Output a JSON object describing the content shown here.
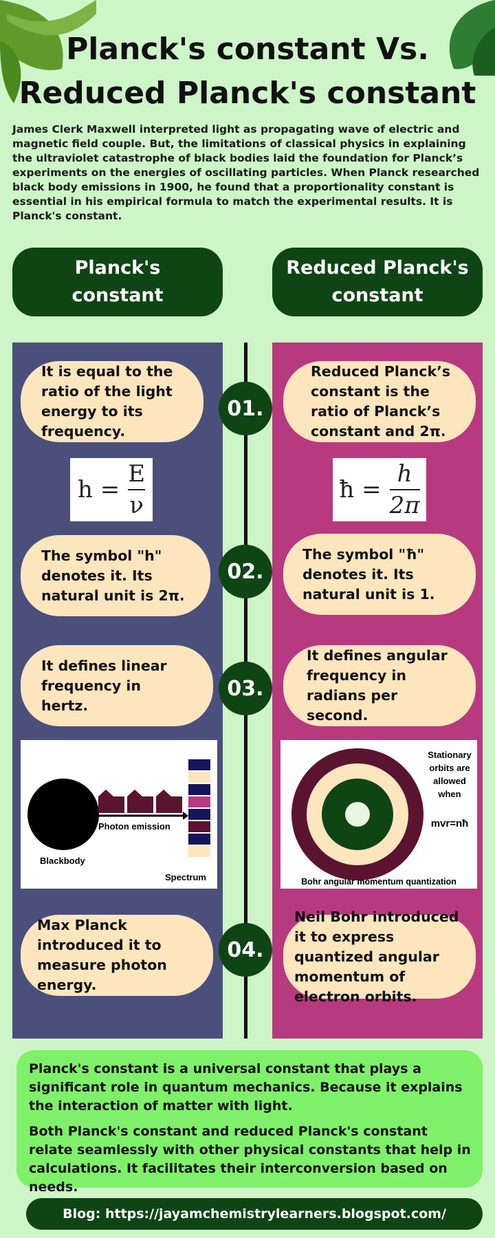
{
  "title_line1": "Planck's constant Vs.",
  "title_line2": "Reduced Planck's constant",
  "intro": "James Clerk Maxwell interpreted light as propagating wave of electric and magnetic field couple. But, the limitations of classical physics in explaining the ultraviolet catastrophe of black bodies laid the foundation for Planck’s experiments on the energies of oscillating particles. When Planck researched black body emissions in 1900, he found that a proportionality constant is essential in his empirical formula to match the experimental results. It is Planck's constant.",
  "left_header": "Planck's constant",
  "right_header": "Reduced Planck's constant",
  "numbers": [
    "01.",
    "02.",
    "03.",
    "04."
  ],
  "left_points": [
    "It is equal to the ratio of the light energy to its frequency.",
    "The symbol \"h\" denotes it. Its natural unit is 2π.",
    "It defines linear frequency in hertz.",
    "Max Planck introduced it to measure photon energy."
  ],
  "right_points": [
    "Reduced Planck’s constant is the ratio of Planck’s constant and 2π.",
    "The symbol \"ħ\" denotes it. Its natural unit is 1.",
    "It defines angular frequency in radians per second.",
    "Neil Bohr introduced it to express quantized angular momentum of electron orbits."
  ],
  "formula_left": {
    "lhs": "h =",
    "num": "E",
    "den": "ν"
  },
  "formula_right": {
    "lhs": "ħ =",
    "num": "h",
    "den": "2π"
  },
  "illus_left": {
    "photon": "Photon emission",
    "blackbody": "Blackbody",
    "spectrum": "Spectrum"
  },
  "illus_right": {
    "note_line1": "Stationary",
    "note_line2": "orbits are",
    "note_line3": "allowed",
    "note_line4": "when",
    "equation": "mvr=nħ",
    "caption": "Bohr angular momentum quantization"
  },
  "bottom_p1": "Planck's constant is a universal constant that plays a significant role in quantum mechanics. Because it explains the interaction of matter with light.",
  "bottom_p2": "Both Planck's constant and reduced Planck's constant relate seamlessly with other physical constants that help in calculations. It facilitates their interconversion based on needs.",
  "blog": "Blog: https://jayamchemistrylearners.blogspot.com/",
  "colors": {
    "background": "#cdf5c8",
    "dark_green": "#0f4415",
    "left_column": "#4b4f7c",
    "right_column": "#b73a80",
    "pill": "#fde6be",
    "bottom_box": "#7ef06a"
  }
}
